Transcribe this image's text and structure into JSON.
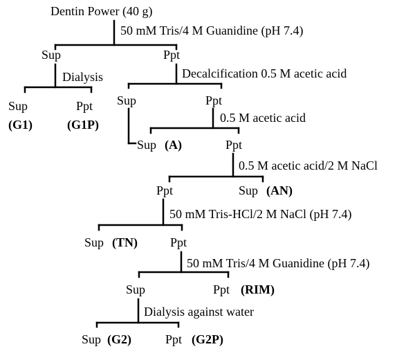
{
  "diagram": {
    "root": "Dentin Power (40 g)",
    "step1": {
      "condition": "50 mM Tris/4 M Guanidine (pH 7.4)",
      "sup": "Sup",
      "ppt": "Ppt"
    },
    "step2": {
      "condition": "Dialysis",
      "sup": "Sup",
      "sup_tag": "(G1)",
      "ppt": "Ppt",
      "ppt_tag": "(G1P)"
    },
    "step3": {
      "condition": "Decalcification 0.5 M acetic acid",
      "sup": "Sup",
      "ppt": "Ppt"
    },
    "step4": {
      "condition": "0.5 M acetic acid",
      "sup": "Sup",
      "sup_tag": "(A)",
      "ppt": "Ppt"
    },
    "step5": {
      "condition": "0.5 M acetic acid/2 M NaCl",
      "ppt": "Ppt",
      "sup": "Sup",
      "sup_tag": "(AN)"
    },
    "step6": {
      "condition": "50 mM Tris-HCl/2 M NaCl (pH 7.4)",
      "sup": "Sup",
      "sup_tag": "(TN)",
      "ppt": "Ppt"
    },
    "step7": {
      "condition": "50 mM Tris/4 M Guanidine (pH 7.4)",
      "sup": "Sup",
      "ppt": "Ppt",
      "ppt_tag": "(RIM)"
    },
    "step8": {
      "condition": "Dialysis against water",
      "sup": "Sup",
      "sup_tag": "(G2)",
      "ppt": "Ppt",
      "ppt_tag": "(G2P)"
    }
  }
}
